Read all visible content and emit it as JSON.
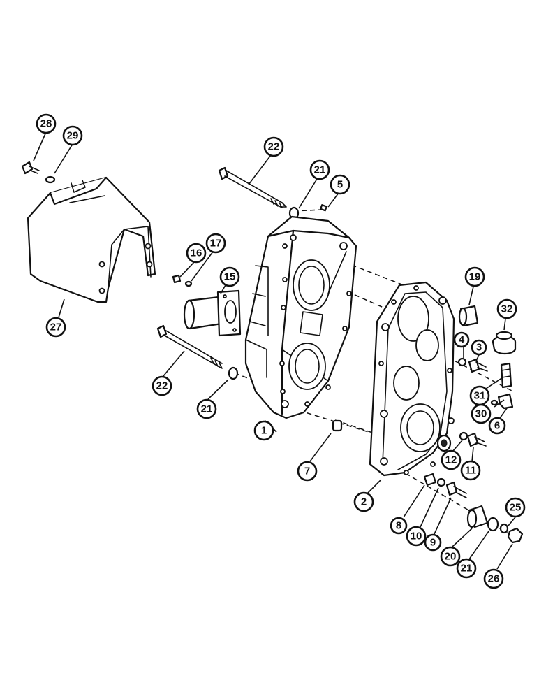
{
  "callouts": {
    "c1": "1",
    "c2": "2",
    "c3": "3",
    "c4": "4",
    "c5": "5",
    "c6": "6",
    "c7": "7",
    "c8": "8",
    "c9": "9",
    "c10": "10",
    "c11": "11",
    "c12": "12",
    "c15": "15",
    "c16": "16",
    "c17": "17",
    "c19": "19",
    "c20": "20",
    "c21a": "21",
    "c21b": "21",
    "c21c": "21",
    "c22a": "22",
    "c22b": "22",
    "c25": "25",
    "c26": "26",
    "c27": "27",
    "c28": "28",
    "c29": "29",
    "c30": "30",
    "c31": "31",
    "c32": "32"
  }
}
